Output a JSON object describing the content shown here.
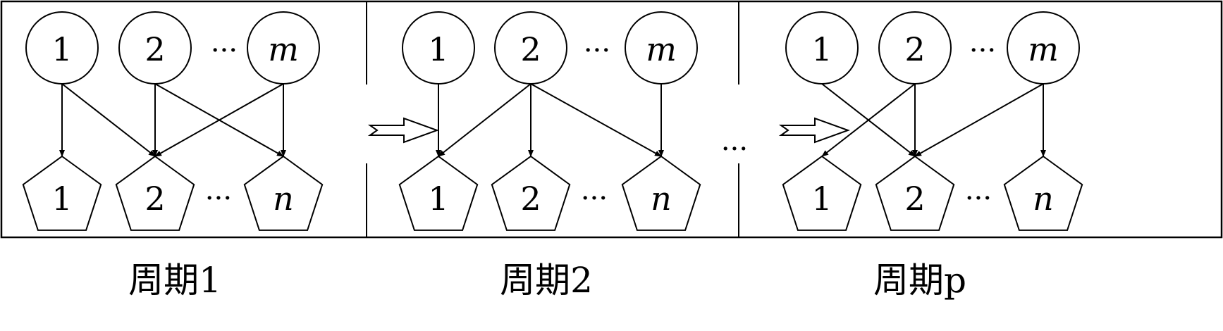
{
  "periods": [
    {
      "caption": "周期1",
      "sources": [
        "1",
        "2",
        "m"
      ],
      "targets": [
        "1",
        "2",
        "n"
      ],
      "edges": [
        [
          0,
          0
        ],
        [
          0,
          1
        ],
        [
          1,
          1
        ],
        [
          1,
          2
        ],
        [
          2,
          1
        ],
        [
          2,
          2
        ]
      ]
    },
    {
      "caption": "周期2",
      "sources": [
        "1",
        "2",
        "m"
      ],
      "targets": [
        "1",
        "2",
        "n"
      ],
      "edges": [
        [
          0,
          0
        ],
        [
          1,
          0
        ],
        [
          1,
          1
        ],
        [
          1,
          2
        ],
        [
          2,
          2
        ]
      ]
    },
    {
      "caption": "周期p",
      "sources": [
        "1",
        "2",
        "m"
      ],
      "targets": [
        "1",
        "2",
        "n"
      ],
      "edges": [
        [
          0,
          1
        ],
        [
          1,
          0
        ],
        [
          1,
          1
        ],
        [
          2,
          1
        ],
        [
          2,
          2
        ]
      ]
    }
  ],
  "source_ellipsis": "···",
  "target_ellipsis": "···",
  "between_ellipsis": "···",
  "colors": {
    "stroke": "#000000",
    "fill": "#ffffff"
  }
}
